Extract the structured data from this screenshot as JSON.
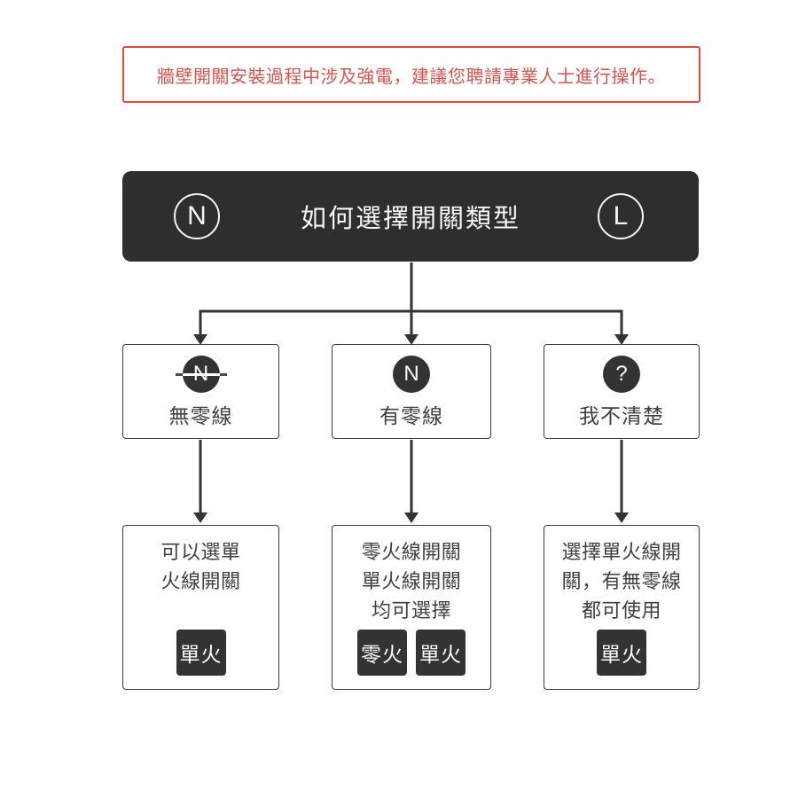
{
  "warning": {
    "text": "牆壁開關安裝過程中涉及強電，建議您聘請專業人士進行操作。",
    "border_color": "#e04a42",
    "text_color": "#d9534f"
  },
  "header": {
    "title": "如何選擇開關類型",
    "left_badge": "N",
    "right_badge": "L",
    "bg_color": "#2e2e2e"
  },
  "flow": {
    "line_color": "#333333"
  },
  "columns": [
    {
      "condition": {
        "icon": "crossed-n-icon",
        "icon_letter": "N",
        "label": "無零線"
      },
      "result": {
        "lines": [
          "可以選單",
          "火線開關"
        ],
        "badges": [
          "單火"
        ]
      }
    },
    {
      "condition": {
        "icon": "n-icon",
        "icon_letter": "N",
        "label": "有零線"
      },
      "result": {
        "lines": [
          "零火線開關",
          "單火線開關",
          "均可選擇"
        ],
        "badges": [
          "零火",
          "單火"
        ]
      }
    },
    {
      "condition": {
        "icon": "question-icon",
        "icon_letter": "?",
        "label": "我不清楚"
      },
      "result": {
        "lines": [
          "選擇單火線開",
          "關，有無零線",
          "都可使用"
        ],
        "badges": [
          "單火"
        ]
      }
    }
  ]
}
